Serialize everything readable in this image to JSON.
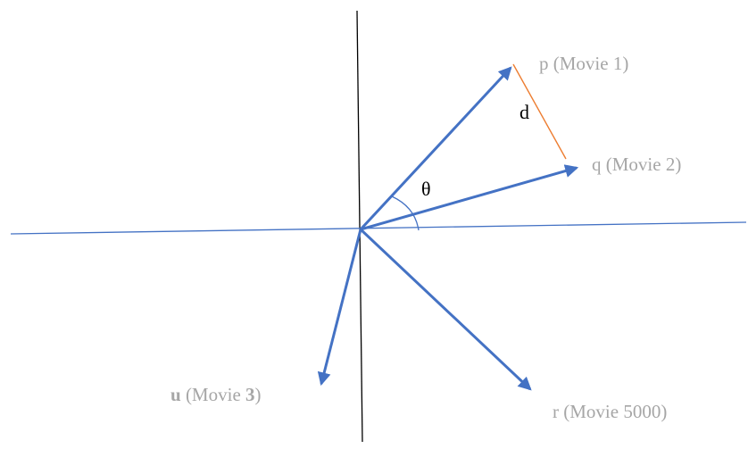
{
  "colors": {
    "vertical_axis": "#000000",
    "horizontal_axis": "#4472c4",
    "vector": "#4472c4",
    "distance_line": "#ed7d31",
    "angle_arc": "#4472c4",
    "vector_label": "#a6a6a6",
    "symbol_label": "#000000"
  },
  "vectors": [
    {
      "id": "p",
      "name": "p",
      "text": " (Movie 1)"
    },
    {
      "id": "q",
      "name": "q",
      "text": " (Movie 2)"
    },
    {
      "id": "u",
      "name": "u",
      "text_a": " (Movie ",
      "text_b": "3",
      "text_c": ")"
    },
    {
      "id": "r",
      "name": "r",
      "text": " (Movie 5000)"
    }
  ],
  "distance_label": "d",
  "angle_label": "θ"
}
